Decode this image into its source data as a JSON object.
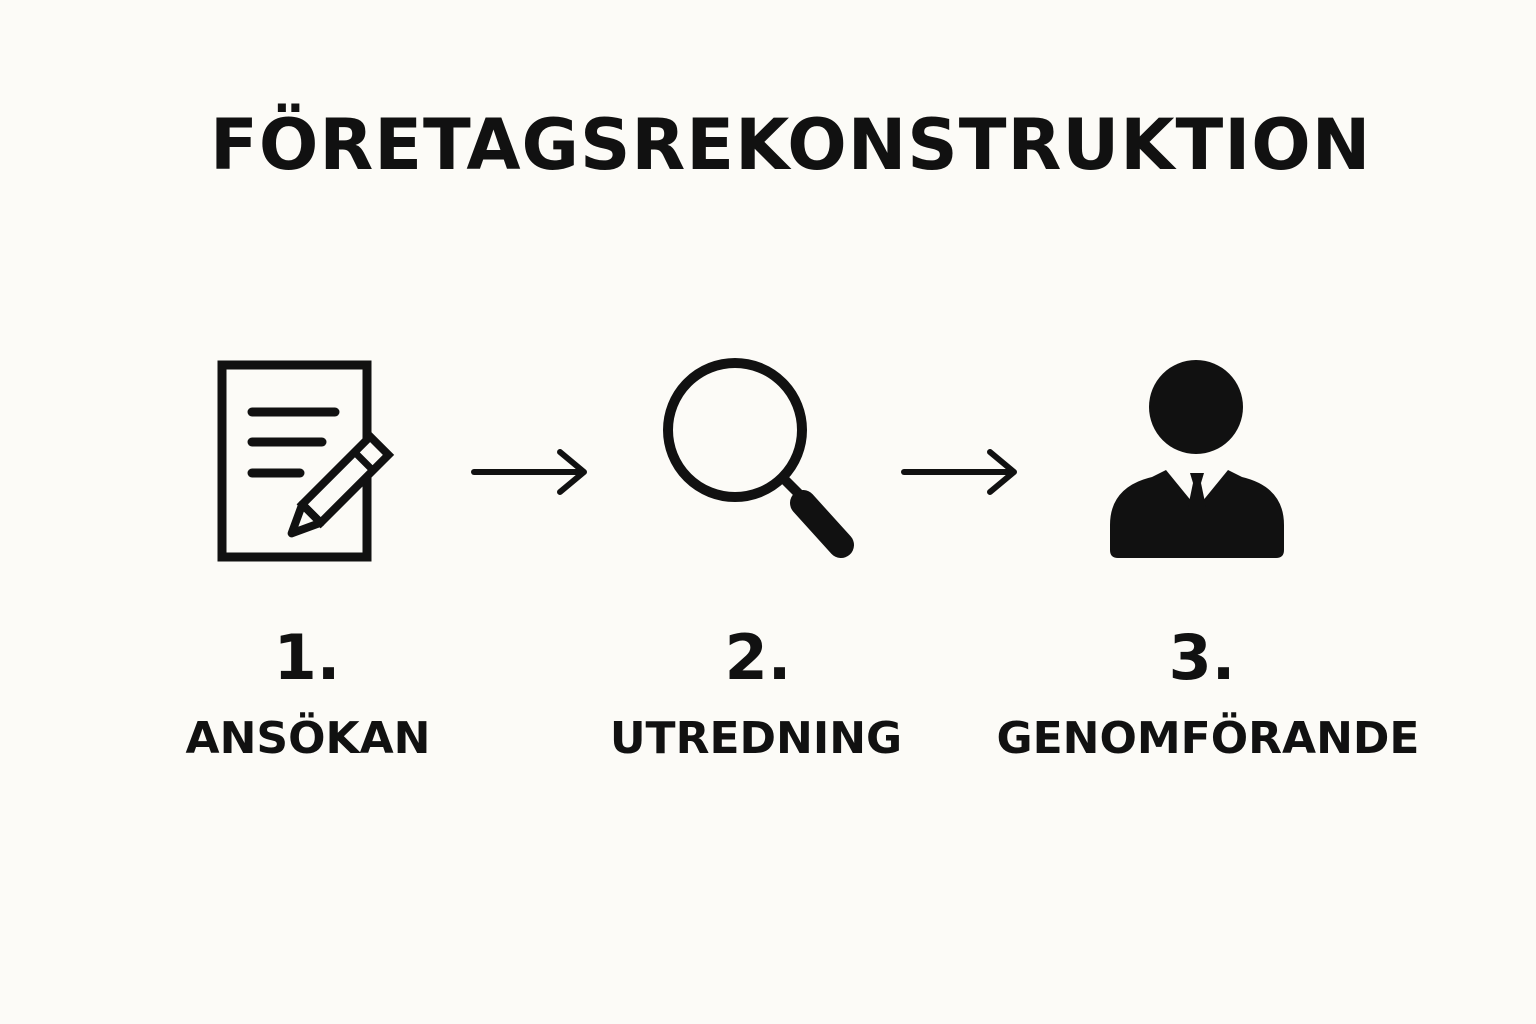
{
  "title": "FÖRETAGSREKONSTRUKTION",
  "colors": {
    "background": "#fcfbf7",
    "ink": "#111111"
  },
  "steps": [
    {
      "number": "1.",
      "label": "ANSÖKAN",
      "icon": "document-pen-icon"
    },
    {
      "number": "2.",
      "label": "UTREDNING",
      "icon": "magnifier-icon"
    },
    {
      "number": "3.",
      "label": "GENOMFÖRANDE",
      "icon": "person-icon"
    }
  ],
  "connectors": [
    "arrow-right-icon",
    "arrow-right-icon"
  ]
}
